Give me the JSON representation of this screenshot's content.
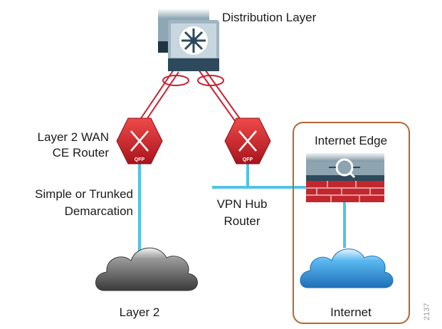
{
  "labels": {
    "distribution_layer": "Distribution Layer",
    "ce_router_line1": "Layer 2 WAN",
    "ce_router_line2": "CE Router",
    "demarc_line1": "Simple or Trunked",
    "demarc_line2": "Demarcation",
    "vpn_line1": "VPN Hub",
    "vpn_line2": "Router",
    "internet_edge": "Internet Edge",
    "layer2_cloud": "Layer 2",
    "internet_cloud": "Internet",
    "figure_number": "2137",
    "qfp_badge": "QFP"
  },
  "colors": {
    "link_red": "#c8202f",
    "link_blue": "#4fc3e6",
    "router_red": "#d8262f",
    "switch_dark": "#2d4a5c",
    "firewall_red": "#c1272d",
    "internet_edge_border": "#b5652f",
    "cloud_gray": "#6e6e6e",
    "cloud_blue": "#2f9fe0"
  },
  "icons": {
    "distribution_switch": "layer3-switch-stack-icon",
    "ce_router": "router-qfp-icon",
    "vpn_router": "router-qfp-icon",
    "firewall": "firewall-appliance-icon",
    "layer2_cloud": "cloud-icon",
    "internet_cloud": "cloud-icon"
  }
}
